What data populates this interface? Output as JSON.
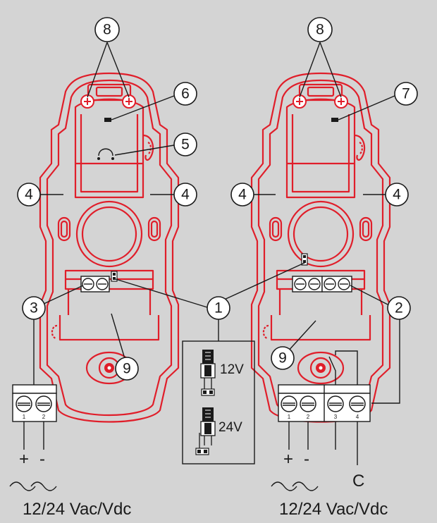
{
  "callouts": {
    "c1": "1",
    "c2": "2",
    "c3": "3",
    "c4": "4",
    "c5": "5",
    "c6": "6",
    "c7": "7",
    "c8": "8",
    "c9": "9"
  },
  "jumper_inset": {
    "label_12v": "12V",
    "label_24v": "24V"
  },
  "left_terminal": {
    "numbers": [
      "1",
      "2"
    ],
    "plus": "+",
    "minus": "-"
  },
  "right_terminal": {
    "numbers": [
      "1",
      "2",
      "3",
      "4"
    ],
    "plus": "+",
    "minus": "-",
    "common": "C"
  },
  "supply_label_left": "12/24 Vac/Vdc",
  "supply_label_right": "12/24 Vac/Vdc",
  "colors": {
    "housing": "#e01e2a",
    "background": "#d4d4d4",
    "line": "#1a1a1a"
  }
}
